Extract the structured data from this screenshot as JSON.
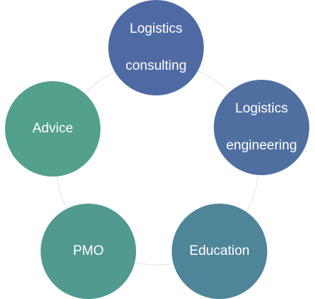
{
  "diagram": {
    "nodes": [
      {
        "id": "consulting",
        "lines": [
          "Logistics",
          "consulting"
        ],
        "color": "#4f6aa3"
      },
      {
        "id": "engineering",
        "lines": [
          "Logistics",
          "engineering"
        ],
        "color": "#4f6fa0"
      },
      {
        "id": "education",
        "lines": [
          "Education"
        ],
        "color": "#4f8599"
      },
      {
        "id": "pmo",
        "lines": [
          "PMO"
        ],
        "color": "#52998f"
      },
      {
        "id": "advice",
        "lines": [
          "Advice"
        ],
        "color": "#53a08c"
      }
    ],
    "ring_color": "#e6e6e6"
  }
}
